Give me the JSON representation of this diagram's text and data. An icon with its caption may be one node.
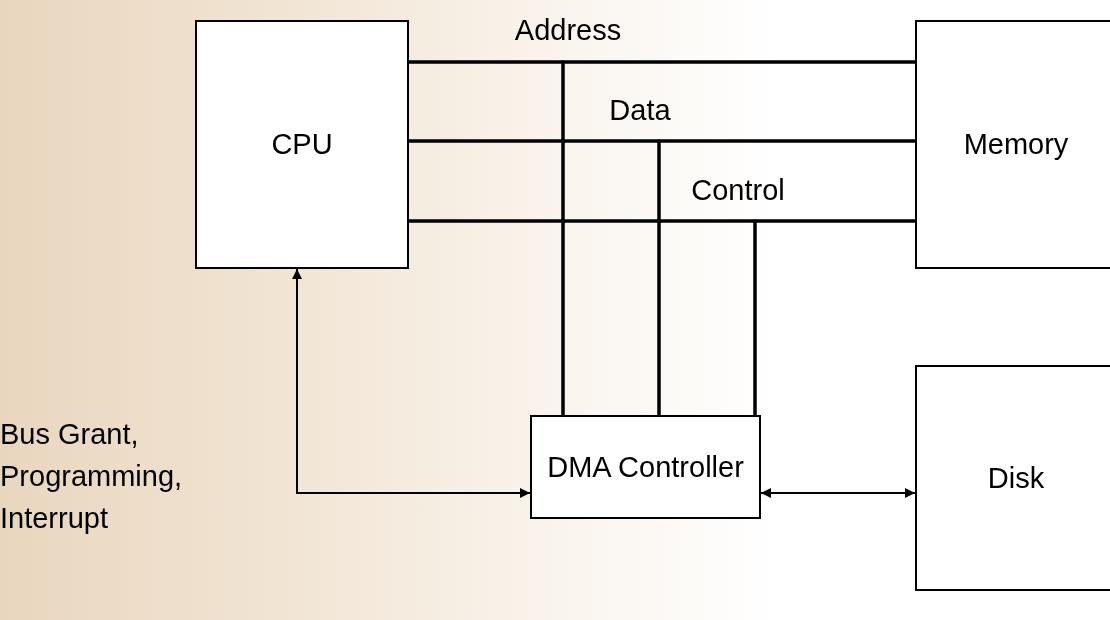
{
  "diagram": {
    "nodes": [
      {
        "text": [
          "CPU"
        ]
      },
      {
        "text": [
          "Memory"
        ]
      },
      {
        "text": [
          "DMA Controller"
        ]
      },
      {
        "text": [
          "Disk"
        ]
      }
    ],
    "edges": [
      {
        "from": 0,
        "to": 1,
        "arrow": "none",
        "label": "Address"
      },
      {
        "from": 2,
        "to": 0,
        "arrow": "none"
      },
      {
        "from": 2,
        "to": 1,
        "arrow": "none"
      },
      {
        "from": 0,
        "to": 1,
        "arrow": "none",
        "label": "Data"
      },
      {
        "from": 2,
        "to": 0,
        "arrow": "none"
      },
      {
        "from": 2,
        "to": 1,
        "arrow": "none"
      },
      {
        "from": 0,
        "to": 1,
        "arrow": "none",
        "label": "Control"
      },
      {
        "from": 2,
        "to": 0,
        "arrow": "none"
      },
      {
        "from": 2,
        "to": 1,
        "arrow": "none"
      },
      {
        "from": 0,
        "to": 2,
        "arrow": "both",
        "label": "Bus Grant, Programming, Interrupt"
      },
      {
        "from": 2,
        "to": 3,
        "arrow": "both"
      }
    ]
  }
}
